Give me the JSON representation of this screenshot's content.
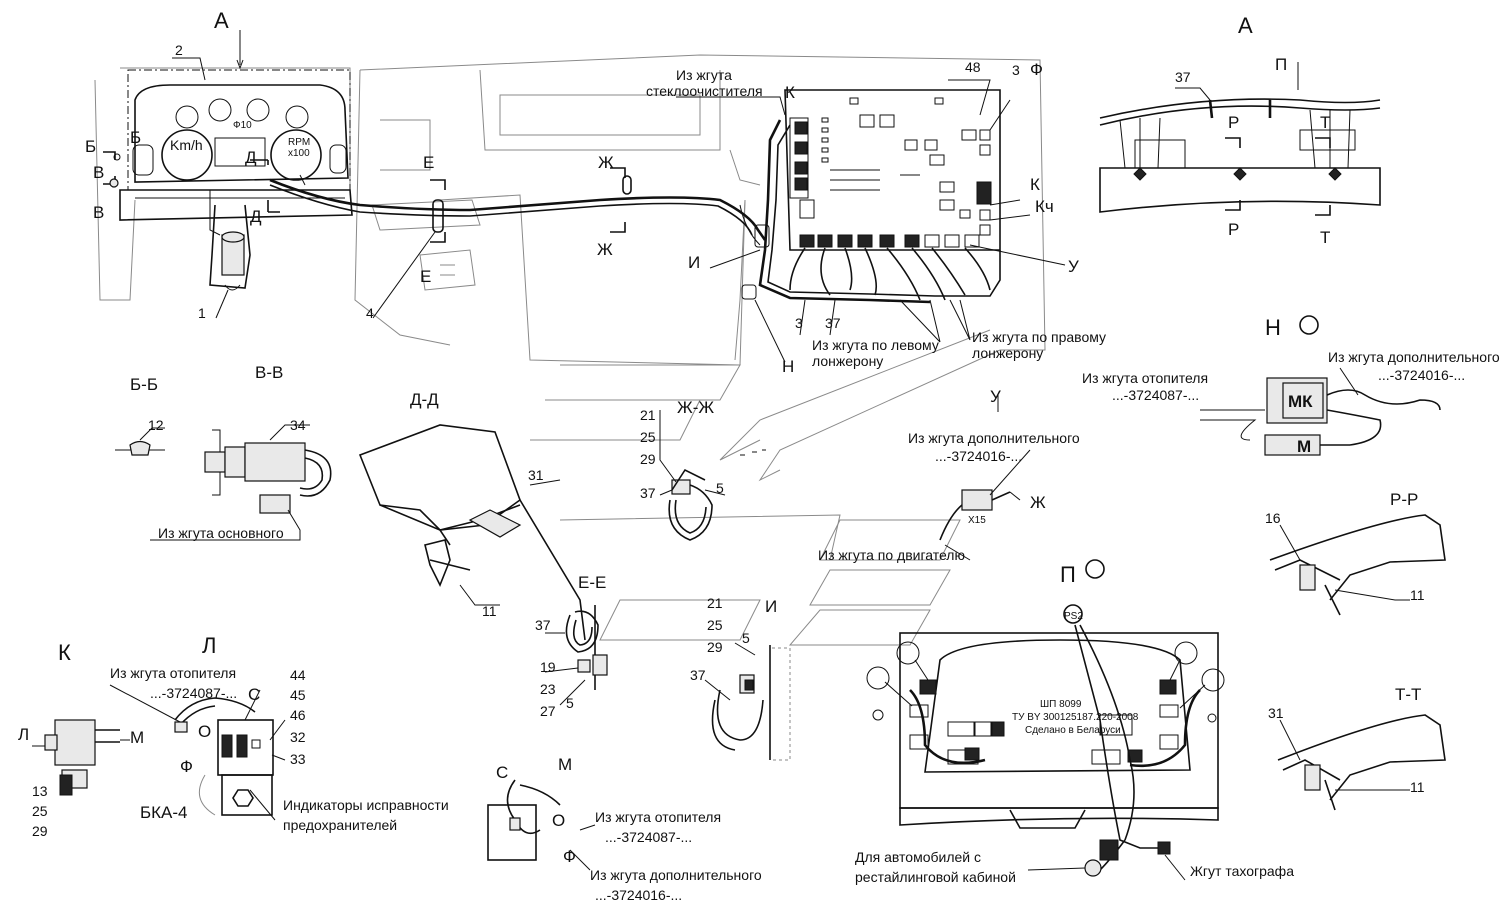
{
  "labels": {
    "A": "А",
    "B": "Б",
    "V": "В",
    "D": "Д",
    "E": "Е",
    "Zh": "Ж",
    "I": "И",
    "K": "К",
    "Kch": "Кч",
    "U": "У",
    "N": "Н",
    "P": "Р",
    "T": "Т",
    "Pe": "П",
    "C": "С",
    "O": "О",
    "F": "Ф",
    "M": "М",
    "L": "Л",
    "MK": "МК",
    "X15": "X15",
    "BKA4": "БКА-4",
    "PS2": "PS2",
    "kmh": "Km/h",
    "rpm": "RPM",
    "x100": "x100",
    "f10": "Ф10"
  },
  "section_titles": {
    "bb": "Б-Б",
    "vv": "В-В",
    "dd": "Д-Д",
    "zhzh": "Ж-Ж",
    "ee": "Е-Е",
    "rr": "Р-Р",
    "tt": "Т-Т",
    "n": "Н",
    "p": "П",
    "u": "У",
    "k": "К",
    "l": "Л",
    "m": "М",
    "a": "А"
  },
  "callouts": {
    "n1": "1",
    "n2": "2",
    "n3": "3",
    "n4": "4",
    "n5": "5",
    "n11": "11",
    "n12": "12",
    "n13": "13",
    "n16": "16",
    "n19": "19",
    "n21": "21",
    "n23": "23",
    "n25": "25",
    "n27": "27",
    "n29": "29",
    "n31": "31",
    "n32": "32",
    "n33": "33",
    "n34": "34",
    "n37": "37",
    "n44": "44",
    "n45": "45",
    "n46": "46",
    "n48": "48"
  },
  "notes": {
    "wiper": "Из жгута стеклоочистителя",
    "left_spar": "Из жгута по левому лонжерону",
    "left_spar_1": "Из жгута по левому",
    "left_spar_2": "лонжерону",
    "right_spar_1": "Из жгута по правому",
    "right_spar_2": "лонжерону",
    "heater": "Из жгута отопителя",
    "heater_code": "...-3724087-...",
    "additional": "Из жгута дополнительного",
    "additional_code": "...-3724016-...",
    "main": "Из жгута основного",
    "engine": "Из жгута по двигателю",
    "fuse_ind_1": "Индикаторы исправности",
    "fuse_ind_2": "предохранителей",
    "restyle_1": "Для автомобилей с",
    "restyle_2": "рестайлинговой кабиной",
    "tacho": "Жгут тахографа",
    "shp": "ШП 8099",
    "tu": "ТУ BY 300125187.220-2008",
    "made": "Сделано в Беларуси"
  }
}
